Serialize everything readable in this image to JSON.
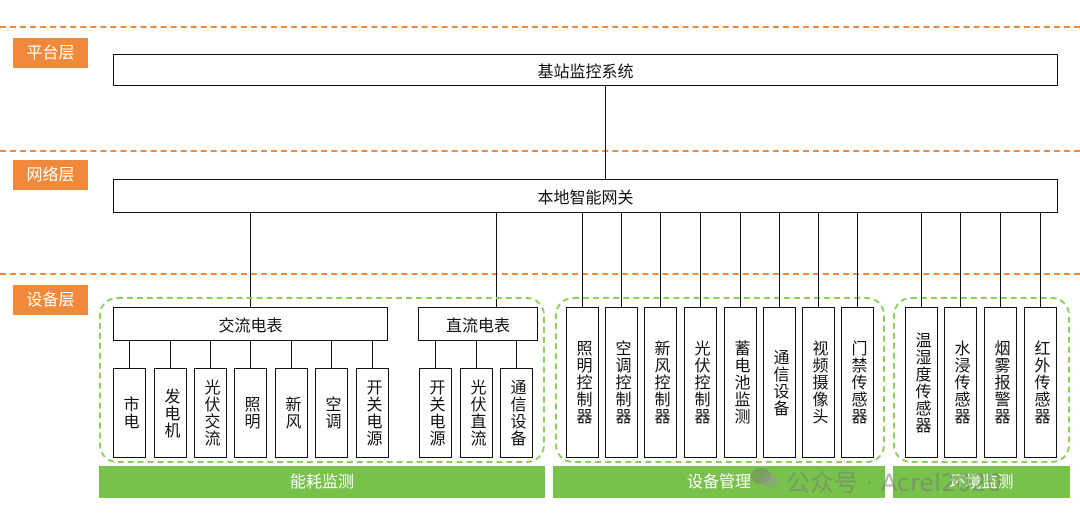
{
  "layers": {
    "platform": "平台层",
    "network": "网络层",
    "device": "设备层"
  },
  "platform_system": "基站监控系统",
  "gateway": "本地智能网关",
  "ac_meter": "交流电表",
  "dc_meter": "直流电表",
  "ac_items": [
    "市电",
    "发电机",
    "光伏交流",
    "照明",
    "新风",
    "空调",
    "开关电源"
  ],
  "dc_items": [
    "开关电源",
    "光伏直流",
    "通信设备"
  ],
  "device_items": [
    "照明控制器",
    "空调控制器",
    "新风控制器",
    "光伏控制器",
    "蓄电池监测",
    "通信设备",
    "视频摄像头",
    "门禁传感器"
  ],
  "env_items": [
    "温湿度传感器",
    "水浸传感器",
    "烟雾报警器",
    "红外传感器"
  ],
  "groups": {
    "energy": "能耗监测",
    "device": "设备管理",
    "environment": "环境监测"
  },
  "watermark": "公众号 · Acrel2020",
  "colors": {
    "layer_orange": "#f08a3a",
    "group_green": "#77c24a",
    "group_border": "#8ccf5a"
  }
}
